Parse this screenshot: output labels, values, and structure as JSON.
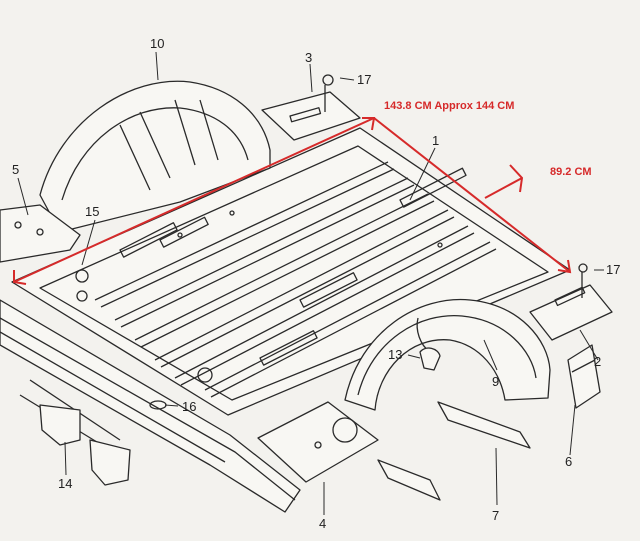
{
  "diagram": {
    "colors": {
      "line": "#2a2a2a",
      "dimension": "#d62a2a",
      "paper": "#f3f2ee"
    },
    "dimensions": {
      "length_label": "143.8 CM Approx 144 CM",
      "width_label": "89.2 CM"
    },
    "part_numbers": {
      "p1": "1",
      "p2": "2",
      "p3": "3",
      "p4": "4",
      "p5": "5",
      "p6": "6",
      "p7": "7",
      "p9": "9",
      "p10": "10",
      "p13": "13",
      "p14": "14",
      "p15": "15",
      "p16": "16",
      "p17a": "17",
      "p17b": "17"
    }
  }
}
